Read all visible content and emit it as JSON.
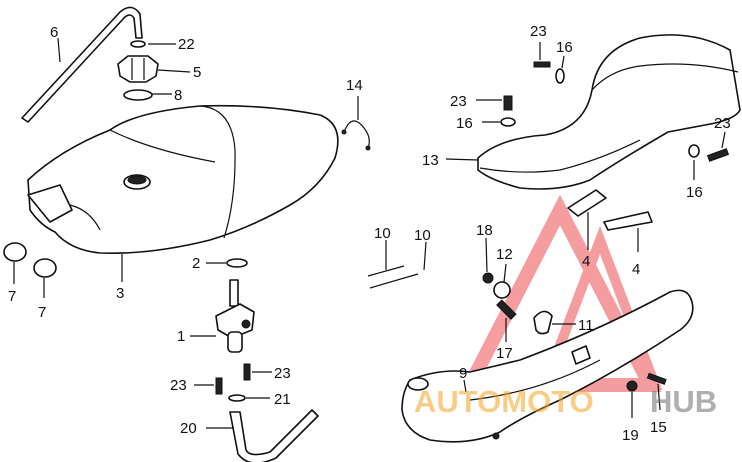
{
  "callouts": {
    "c6": "6",
    "c22": "22",
    "c5": "5",
    "c8": "8",
    "c14": "14",
    "c23a": "23",
    "c16a": "16",
    "c23b": "23",
    "c16b": "16",
    "c13": "13",
    "c23c": "23",
    "c16c": "16",
    "c7a": "7",
    "c7b": "7",
    "c3": "3",
    "c10a": "10",
    "c10b": "10",
    "c18": "18",
    "c12": "12",
    "c4a": "4",
    "c4b": "4",
    "c2": "2",
    "c1": "1",
    "c11": "11",
    "c17": "17",
    "c23d": "23",
    "c23e": "23",
    "c21": "21",
    "c20": "20",
    "c9": "9",
    "c19": "19",
    "c15": "15"
  },
  "watermark": {
    "brand_part1": "AUTOMOTO",
    "brand_part2": "HUB",
    "color_red": "#e8262a",
    "color_orange": "#f5a623",
    "color_gray": "#6f6f6f"
  }
}
